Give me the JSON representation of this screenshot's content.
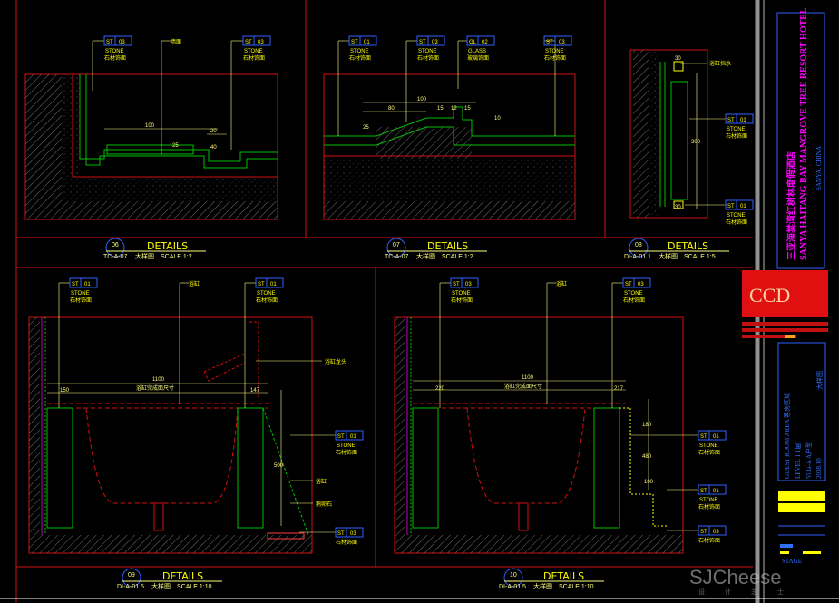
{
  "details": [
    {
      "number": "06",
      "title": "DETAILS",
      "ref": "TC-A-07",
      "subtitle": "大样图",
      "scale": "SCALE  1:2"
    },
    {
      "number": "07",
      "title": "DETAILS",
      "ref": "TC-A-07",
      "subtitle": "大样图",
      "scale": "SCALE  1:2"
    },
    {
      "number": "08",
      "title": "DETAILS",
      "ref": "DI-A-01.1",
      "subtitle": "大样图",
      "scale": "SCALE  1:5"
    },
    {
      "number": "09",
      "title": "DETAILS",
      "ref": "DI-A-01.5",
      "subtitle": "大样图",
      "scale": "SCALE  1:10"
    },
    {
      "number": "10",
      "title": "DETAILS",
      "ref": "DI-A-01.5",
      "subtitle": "大样图",
      "scale": "SCALE  1:10"
    }
  ],
  "tags": {
    "st": "ST",
    "gl": "GL",
    "n01": "01",
    "n02": "02",
    "n03": "03",
    "stone": "STONE",
    "glass": "GLASS",
    "stone_cn": "石材饰面",
    "glass_cn": "玻璃饰面",
    "tub": "浴缸",
    "faucet": "浴缸龙头",
    "pebble": "鹅卵石",
    "tub_size": "浴缸完成面尺寸",
    "wall": "墙面",
    "fixture": "浴缸挡水"
  },
  "dims": {
    "d06": [
      "100",
      "20",
      "25",
      "40"
    ],
    "d07": [
      "100",
      "80",
      "15",
      "12",
      "15",
      "25",
      "10"
    ],
    "d08": [
      "30",
      "300",
      "30"
    ],
    "d09": [
      "1100",
      "150",
      "147",
      "500"
    ],
    "d10": [
      "1100",
      "220",
      "217",
      "180",
      "480",
      "100"
    ]
  },
  "titleblock": {
    "hotel_cn": "三亚海棠湾红树林度假酒店",
    "hotel_en": "SANYA HAITANG BAY MANGROVE TREE RESORT HOTEL",
    "location": "SANYA, CHINA",
    "logo": "CCD",
    "drawing_title": "大样图",
    "area": "GUEST ROOM AREA  客房区域",
    "level": "LEVEL  1    1层",
    "unit": "Villa-A  A户型",
    "date": "2008.10",
    "sheet": "STAGE"
  },
  "watermark": {
    "brand": "SJCheese",
    "sub": "设计芝士"
  }
}
